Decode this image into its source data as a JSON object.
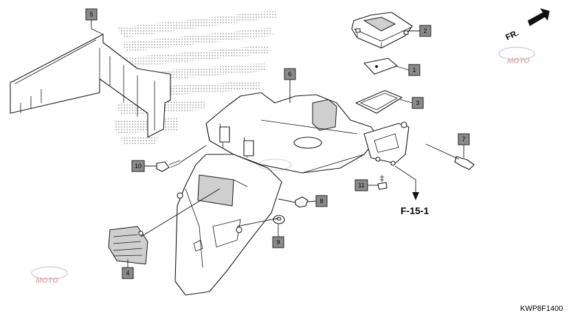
{
  "diagram": {
    "reference_label": "F-15-1",
    "direction_label": "FR.",
    "diagram_code": "KWP8F1400",
    "watermark_text": "MOTO",
    "callouts": [
      {
        "id": "1",
        "label": "1"
      },
      {
        "id": "2",
        "label": "2"
      },
      {
        "id": "3",
        "label": "3"
      },
      {
        "id": "4",
        "label": "4"
      },
      {
        "id": "5",
        "label": "5"
      },
      {
        "id": "6",
        "label": "6"
      },
      {
        "id": "7",
        "label": "7"
      },
      {
        "id": "8",
        "label": "8"
      },
      {
        "id": "9",
        "label": "9"
      },
      {
        "id": "10",
        "label": "10"
      },
      {
        "id": "11",
        "label": "11"
      }
    ]
  }
}
